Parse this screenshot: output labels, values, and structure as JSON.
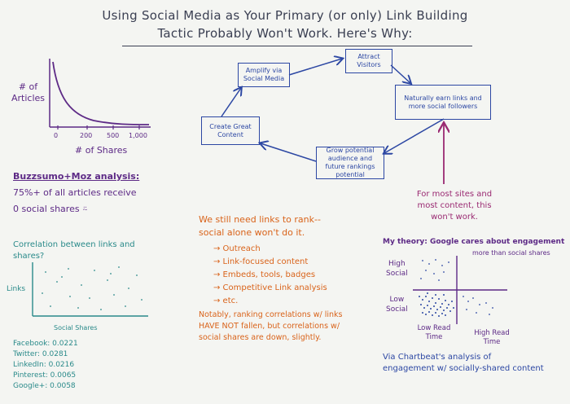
{
  "title": {
    "line1": "Using Social Media as Your Primary (or only) Link Building",
    "line2": "Tactic Probably Won't Work. Here's Why:"
  },
  "chart1": {
    "ylabel_1": "# of",
    "ylabel_2": "Articles",
    "xlabel": "# of Shares",
    "ticks": [
      "0",
      "200",
      "500",
      "1,000"
    ]
  },
  "buzzsumo": {
    "heading": "Buzzsumo+Moz analysis:",
    "line1": "75%+ of all articles receive",
    "line2": "0 social shares ⍨"
  },
  "correlation": {
    "title_1": "Correlation between links and",
    "title_2": "shares?",
    "ylabel": "Links",
    "xlabel": "Social Shares",
    "values": [
      {
        "label": "Facebook: 0.0221"
      },
      {
        "label": "Twitter: 0.0281"
      },
      {
        "label": "LinkedIn: 0.0216"
      },
      {
        "label": "Pinterest: 0.0065"
      },
      {
        "label": "Google+: 0.0058"
      }
    ]
  },
  "cycle": {
    "create": "Create Great Content",
    "amplify": "Amplify via Social Media",
    "attract": "Attract Visitors",
    "earn": "Naturally earn links and more social followers",
    "grow": "Grow potential audience and future rankings potential",
    "note_1": "For most sites and",
    "note_2": "most content, this",
    "note_3": "won't work."
  },
  "links": {
    "heading_1": "We still need links to rank--",
    "heading_2": "social alone won't do it.",
    "items": [
      "→ Outreach",
      "→ Link-focused content",
      "→ Embeds, tools, badges",
      "→ Competitive Link analysis",
      "→ etc."
    ],
    "note_1": "Notably, ranking correlations w/ links",
    "note_2": "HAVE NOT fallen, but correlations w/",
    "note_3": "social shares are down, slightly."
  },
  "theory": {
    "heading_1": "My theory: Google cares about engagement",
    "heading_2": "more than social shares",
    "high_social_1": "High",
    "high_social_2": "Social",
    "low_social_1": "Low",
    "low_social_2": "Social",
    "low_read_1": "Low Read",
    "low_read_2": "Time",
    "high_read_1": "High Read",
    "high_read_2": "Time",
    "footer_1": "Via Chartbeat's analysis of",
    "footer_2": "engagement w/ socially-shared content"
  },
  "colors": {
    "purple": "#5d2a86",
    "blue": "#2c47a3",
    "green": "#2a8a8a",
    "orange": "#d9631a",
    "magenta": "#9a2a72"
  }
}
